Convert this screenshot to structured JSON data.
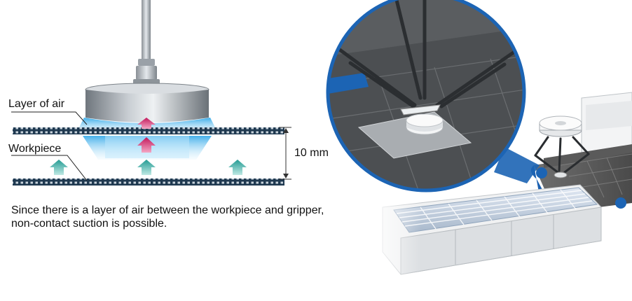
{
  "labels": {
    "air_layer": "Layer of air",
    "workpiece": "Workpiece",
    "gap": "10 mm"
  },
  "caption": {
    "line1": "Since there is a layer of air between the workpiece and gripper,",
    "line2": "non-contact suction is possible."
  },
  "colors": {
    "air_blue": "#33a9e6",
    "arrow_magenta": "#d2306c",
    "arrow_teal": "#2aa8a0",
    "conveyor_blue": "#1c64b4",
    "gripper_steel": "#8f959c"
  },
  "icons": [
    "arrow-up-icon",
    "magnifier-callout-icon"
  ]
}
